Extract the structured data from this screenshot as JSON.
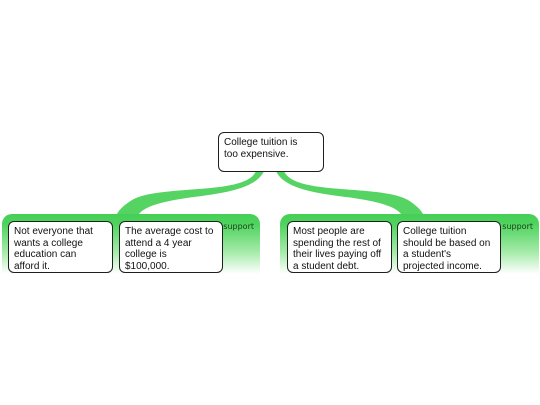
{
  "diagram": {
    "root": {
      "text": "College tuition is\ntoo expensive."
    },
    "groups": [
      {
        "label": "support",
        "nodes": [
          {
            "text": "Not everyone that\nwants a college\neducation can\nafford it."
          },
          {
            "text": "The average cost to\nattend a 4 year\ncollege is\n$100,000."
          }
        ]
      },
      {
        "label": "support",
        "nodes": [
          {
            "text": "Most people are\nspending the rest of\ntheir lives paying off\na student debt."
          },
          {
            "text": "College tuition\nshould be based on\na student's\nprojected income."
          }
        ]
      }
    ],
    "colors": {
      "branch": "#56d463",
      "group_top": "#44cf55",
      "node_border": "#1f1f1f",
      "text": "#111111"
    }
  }
}
